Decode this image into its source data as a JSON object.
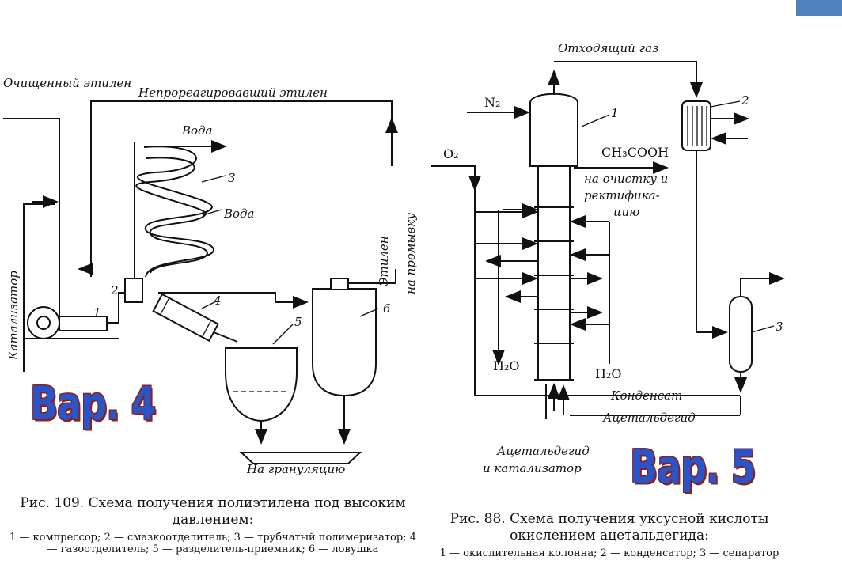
{
  "left_diagram": {
    "labels": {
      "purified_ethylene": "Очищенный этилен",
      "unreacted_ethylene": "Непрореагировавший этилен",
      "water_top": "Вода",
      "water_side": "Вода",
      "catalyst": "Катализатор",
      "ethylene_to_wash_1": "Этилен",
      "ethylene_to_wash_2": "на промывку",
      "to_granulation": "На грануляцию"
    },
    "numbers": [
      "1",
      "2",
      "3",
      "4",
      "5",
      "6"
    ],
    "variant": "Вар. 4",
    "caption_title": "Рис. 109. Схема получения полиэтилена под высоким давлением:",
    "caption_legend": "1 — компрессор; 2 — смазкоотделитель; 3 — трубчатый полимеризатор; 4 — газоотделитель; 5 — разделитель-приемник; 6 — ловушка"
  },
  "right_diagram": {
    "labels": {
      "off_gas": "Отходящий газ",
      "n2": "N₂",
      "o2": "O₂",
      "acetic_acid": "CH₃COOH",
      "to_purification_1": "на очистку и",
      "to_purification_2": "ректифика-",
      "to_purification_3": "цию",
      "h2o_left": "H₂O",
      "h2o_right": "H₂O",
      "condensate": "Конденсат",
      "acetaldehyde": "Ацетальдегид",
      "feed_1": "Ацетальдегид",
      "feed_2": "и катализатор"
    },
    "numbers": [
      "1",
      "2",
      "3"
    ],
    "variant": "Вар. 5",
    "caption_title": "Рис. 88. Схема получения уксусной кислоты окислением ацетальдегида:",
    "caption_legend": "1 — окислительная колонна; 2 — конденсатор; 3 — сепаратор"
  },
  "colors": {
    "variant_text": "#2a55c8",
    "variant_outline": "#8a2020",
    "corner_tab": "#4f81bd"
  }
}
